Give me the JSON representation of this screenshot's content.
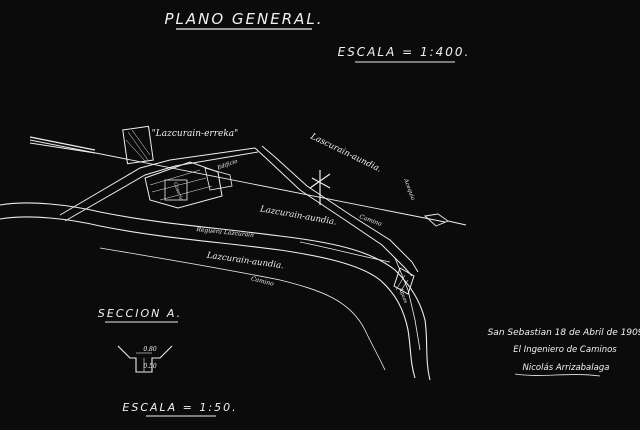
{
  "title": "PLANO GENERAL.",
  "main_scale": "ESCALA = 1:400.",
  "place_labels": {
    "farmhouse": "\"Lazcurain-erreka\"",
    "field_upper": "Lascurain-aundia.",
    "field_middle": "Lazcurain-aundia.",
    "field_lower": "Lazcurain-aundia."
  },
  "watercourse_labels": {
    "reguera": "Reguera Lazcurain",
    "camino_lower": "Camino",
    "camino_right": "Camino",
    "edificio": "Edificio",
    "acequia": "Acequia",
    "caseria": "Caseria",
    "seccion_mark": "Aguas"
  },
  "section": {
    "label": "SECCION A.",
    "marker": "A",
    "dim_top": "0.80",
    "dim_side": "0.50",
    "scale": "ESCALA = 1:50."
  },
  "signature_block": {
    "place_date": "San Sebastian 18 de Abril de 1909.",
    "role": "El Ingeniero de Caminos",
    "signature": "Nicolás Arrizabalaga"
  },
  "colors": {
    "background": "#0b0b0b",
    "ink": "#f2f2f2"
  }
}
